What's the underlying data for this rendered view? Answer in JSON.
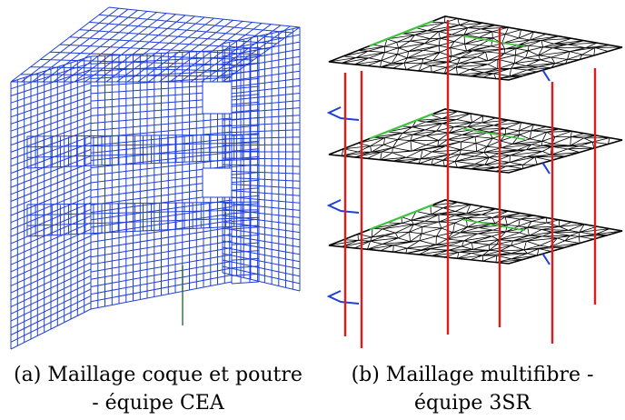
{
  "figure": {
    "panel_a": {
      "caption_line1": "(a) Maillage coque et poutre",
      "caption_line2": "- équipe CEA",
      "mesh_color": "#1f3fd6",
      "column_color": "#2e6b3a"
    },
    "panel_b": {
      "caption_line1": "(b) Maillage multifibre -",
      "caption_line2": "équipe 3SR",
      "slab_mesh_color": "#000000",
      "beam_color_green": "#3cc43c",
      "beam_color_blue": "#1f3fd6",
      "column_color": "#e01b1b"
    }
  }
}
